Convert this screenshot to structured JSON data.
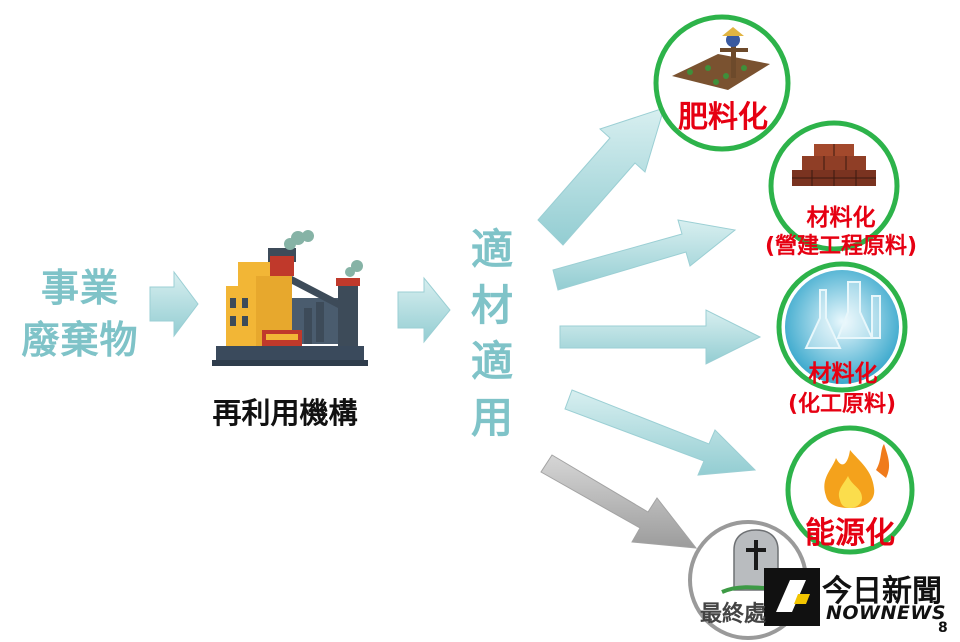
{
  "source": {
    "line1": "事業",
    "line2": "廢棄物"
  },
  "facility": {
    "label": "再利用機構"
  },
  "principle": {
    "chars": [
      "適",
      "材",
      "適",
      "用"
    ]
  },
  "outputs": {
    "fertilizer": "肥料化",
    "construction": {
      "line1": "材料化",
      "line2": "(營建工程原料)"
    },
    "chemical": {
      "line1": "材料化",
      "line2": "(化工原料)"
    },
    "energy": "能源化",
    "disposal": "最終處"
  },
  "watermark": {
    "chinese": "今日新聞",
    "english": "NOWNEWS"
  },
  "page_number": "8",
  "colors": {
    "teal_text": "#7fc3c8",
    "arrow_teal": "#b7dfe2",
    "arrow_gray": "#b5b5b5",
    "circle_green": "#2db34a",
    "output_red": "#e60012"
  }
}
